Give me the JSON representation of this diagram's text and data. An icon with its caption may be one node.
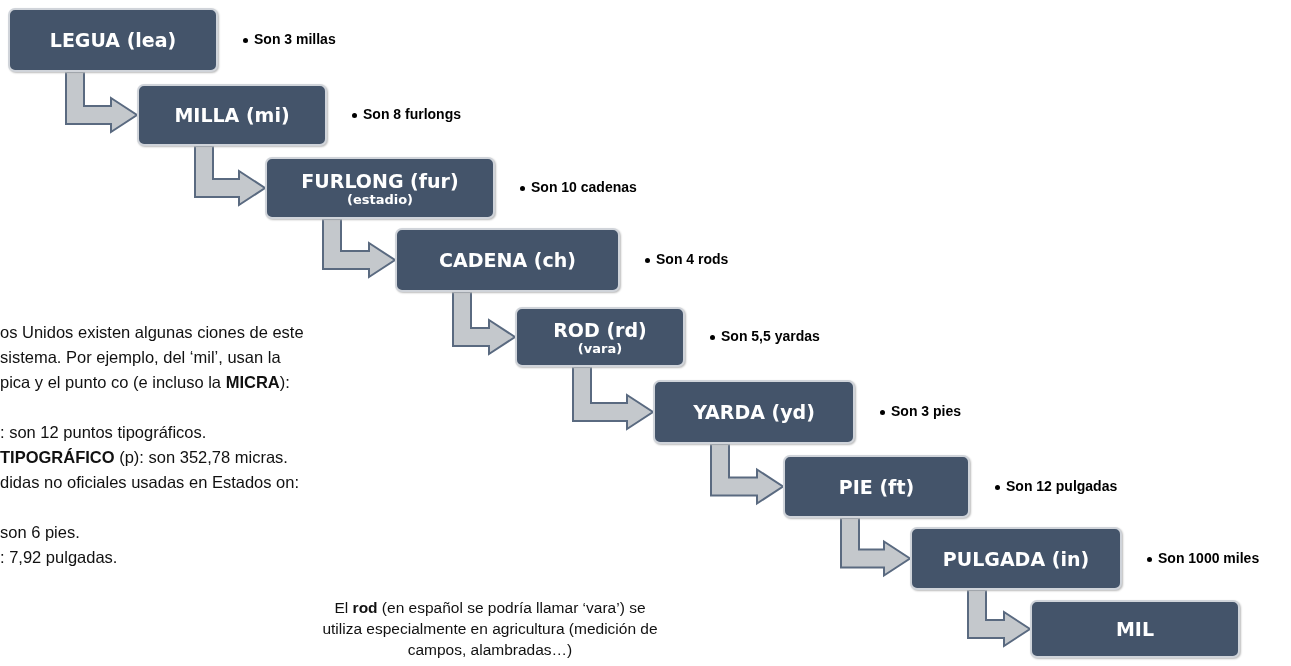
{
  "diagram": {
    "nodes": [
      {
        "text": [
          "LEGUA (lea)"
        ],
        "beside": [
          "Son 3 millas"
        ]
      },
      {
        "text": [
          "MILLA (mi)"
        ],
        "beside": [
          "Son 8 furlongs"
        ]
      },
      {
        "text": [
          "FURLONG (fur)",
          "(estadio)"
        ],
        "beside": [
          "Son 10 cadenas"
        ]
      },
      {
        "text": [
          "CADENA (ch)"
        ],
        "beside": [
          "Son 4 rods"
        ]
      },
      {
        "text": [
          "ROD (rd)",
          "(vara)"
        ],
        "beside": [
          "Son 5,5 yardas"
        ]
      },
      {
        "text": [
          "YARDA (yd)"
        ],
        "beside": [
          "Son 3 pies"
        ]
      },
      {
        "text": [
          "PIE (ft)"
        ],
        "beside": [
          "Son 12 pulgadas"
        ]
      },
      {
        "text": [
          "PULGADA (in)"
        ],
        "beside": [
          "Son 1000 miles"
        ]
      },
      {
        "text": [
          "MIL"
        ]
      }
    ],
    "edges": [
      {
        "from": 0,
        "to": 1,
        "arrow": "to"
      },
      {
        "from": 1,
        "to": 2,
        "arrow": "to"
      },
      {
        "from": 2,
        "to": 3,
        "arrow": "to"
      },
      {
        "from": 3,
        "to": 4,
        "arrow": "to"
      },
      {
        "from": 4,
        "to": 5,
        "arrow": "to"
      },
      {
        "from": 5,
        "to": 6,
        "arrow": "to"
      },
      {
        "from": 6,
        "to": 7,
        "arrow": "to"
      },
      {
        "from": 7,
        "to": 8,
        "arrow": "to"
      }
    ],
    "labels": [
      "os Unidos existen algunas ciones de este sistema. Por ejemplo, del ‘mil’, usan la pica y el punto co (e incluso la **MICRA**):",
      ": son 12 puntos tipográficos.",
      "**TIPOGRÁFICO** (p): son 352,78 micras.",
      "didas no oficiales usadas en Estados on:",
      "son 6 pies.",
      ": 7,92 pulgadas.",
      "El **rod** (en español se podría llamar ‘vara’) se utiliza especialmente en agricultura (medición de campos, alambradas…)"
    ]
  }
}
